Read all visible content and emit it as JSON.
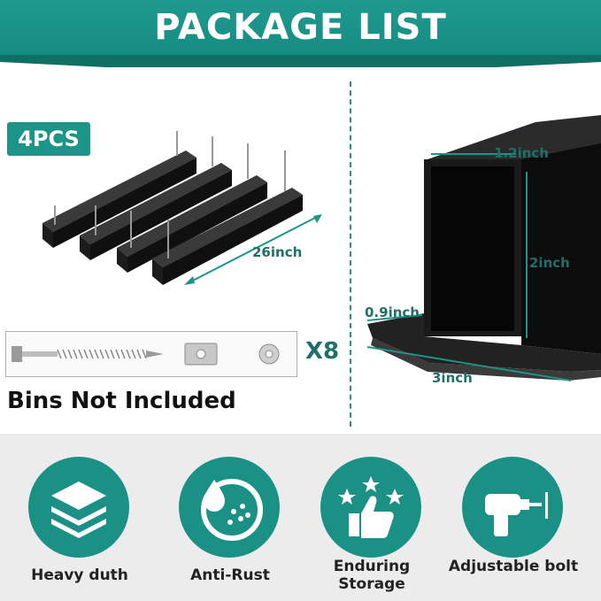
{
  "header": {
    "title": "PACKAGE LIST"
  },
  "left": {
    "badge": "4PCS",
    "length_label": "26inch",
    "hardware_count": "X8",
    "note": "Bins Not Included"
  },
  "right": {
    "width_label": "1.2inch",
    "height_label": "2inch",
    "flange_label": "0.9inch",
    "base_label": "3inch"
  },
  "features": [
    {
      "label": "Heavy duth",
      "icon": "stack-layers-icon"
    },
    {
      "label": "Anti-Rust",
      "icon": "water-drop-shield-icon"
    },
    {
      "label": "Enduring Storage",
      "icon": "thumbs-up-stars-icon"
    },
    {
      "label": "Adjustable bolt",
      "icon": "drill-icon"
    }
  ],
  "colors": {
    "accent": "#1b9186",
    "dim_text": "#1f6f6a",
    "strip": "#ececec"
  }
}
